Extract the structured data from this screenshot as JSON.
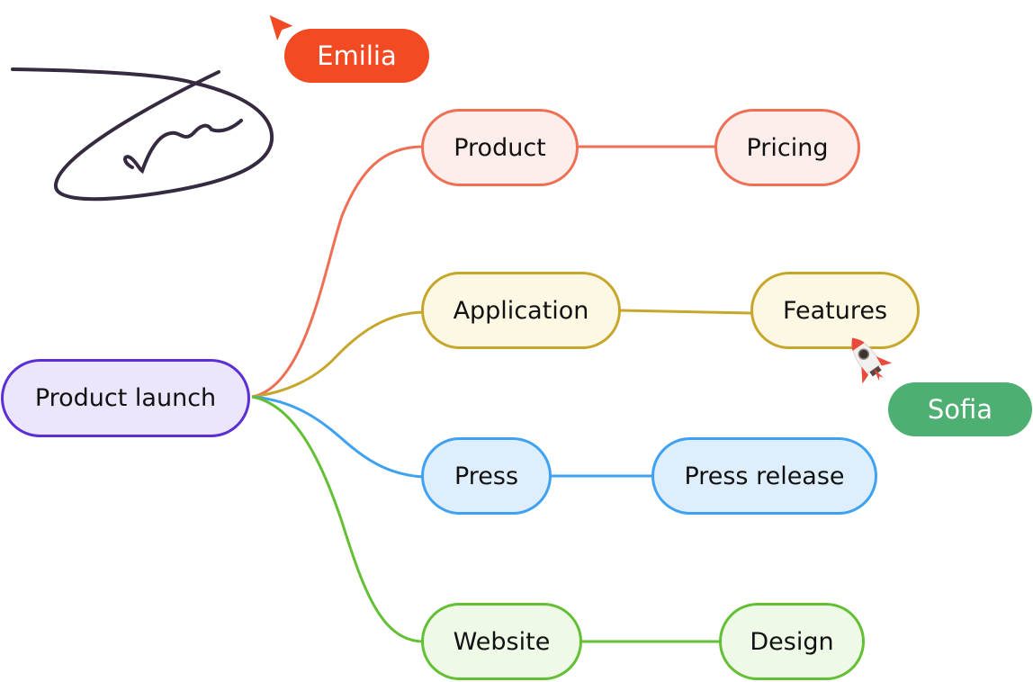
{
  "mindmap": {
    "root": {
      "label": "Product launch",
      "stroke": "#5b2fd6",
      "fill": "#ebe6fb"
    },
    "branches": [
      {
        "label": "Product",
        "child": "Pricing",
        "stroke": "#ef6f55",
        "fill": "#feeeeb"
      },
      {
        "label": "Application",
        "child": "Features",
        "stroke": "#c6a72b",
        "fill": "#fdf8e3"
      },
      {
        "label": "Press",
        "child": "Press release",
        "stroke": "#3ea1f2",
        "fill": "#deeefd"
      },
      {
        "label": "Website",
        "child": "Design",
        "stroke": "#63bf34",
        "fill": "#eef9e7"
      }
    ]
  },
  "collaborators": [
    {
      "name": "Emilia",
      "color": "#f24a23",
      "pointer": "arrow-cursor-icon"
    },
    {
      "name": "Sofia",
      "color": "#4daf72",
      "pointer": "rocket-cursor-icon"
    }
  ],
  "annotation": {
    "type": "freehand-scribble",
    "color": "#352a3f"
  }
}
